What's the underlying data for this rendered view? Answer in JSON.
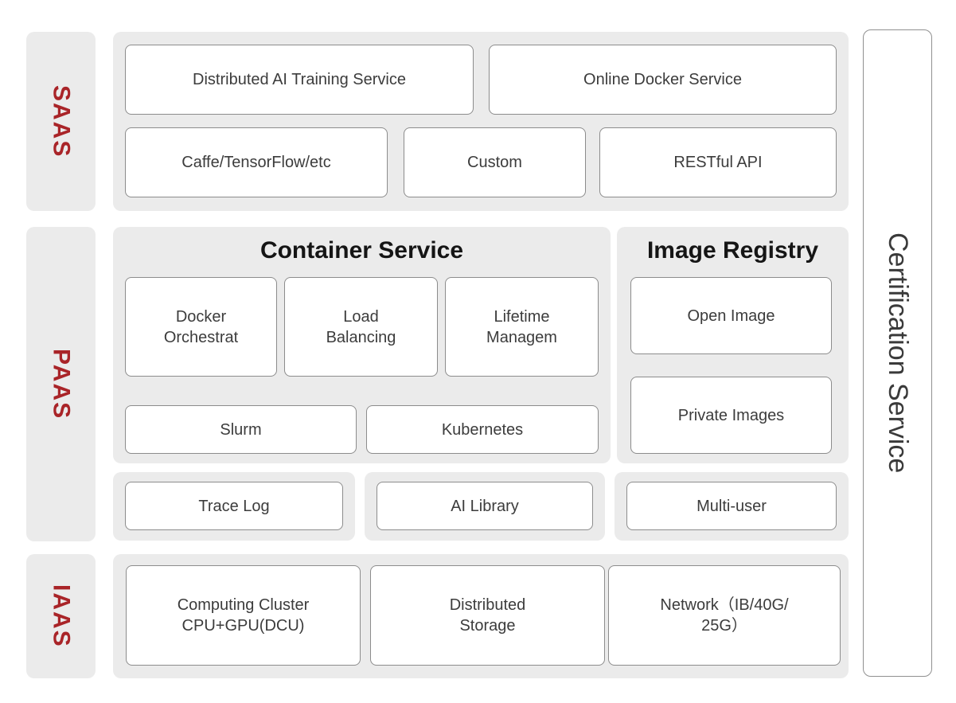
{
  "layers": {
    "saas": {
      "label": "SAAS"
    },
    "paas": {
      "label": "PAAS"
    },
    "iaas": {
      "label": "IAAS"
    }
  },
  "saas_panel": {
    "row1": [
      {
        "label": "Distributed AI Training Service"
      },
      {
        "label": "Online Docker Service"
      }
    ],
    "row2": [
      {
        "label": "Caffe/TensorFlow/etc"
      },
      {
        "label": "Custom"
      },
      {
        "label": "RESTful API"
      }
    ]
  },
  "container_service": {
    "title": "Container Service",
    "features": [
      {
        "label": "Docker\nOrchestrat"
      },
      {
        "label": "Load\nBalancing"
      },
      {
        "label": "Lifetime\nManagem"
      }
    ],
    "schedulers": [
      {
        "label": "Slurm"
      },
      {
        "label": "Kubernetes"
      }
    ]
  },
  "image_registry": {
    "title": "Image Registry",
    "items": [
      {
        "label": "Open Image"
      },
      {
        "label": "Private Images"
      }
    ]
  },
  "platform_tools": [
    {
      "label": "Trace Log"
    },
    {
      "label": "AI Library"
    },
    {
      "label": "Multi-user"
    }
  ],
  "iaas_panel": {
    "items": [
      {
        "label": "Computing Cluster\nCPU+GPU(DCU)"
      },
      {
        "label": "Distributed\nStorage"
      },
      {
        "label": "Network（IB/40G/\n25G）"
      }
    ]
  },
  "certification": {
    "label": "Certification Service"
  },
  "colors": {
    "accent_red": "#A92428",
    "panel_gray": "#EBEBEB",
    "box_border": "#8C8C8C",
    "text_dark": "#3C3C3C",
    "heading": "#151515"
  }
}
